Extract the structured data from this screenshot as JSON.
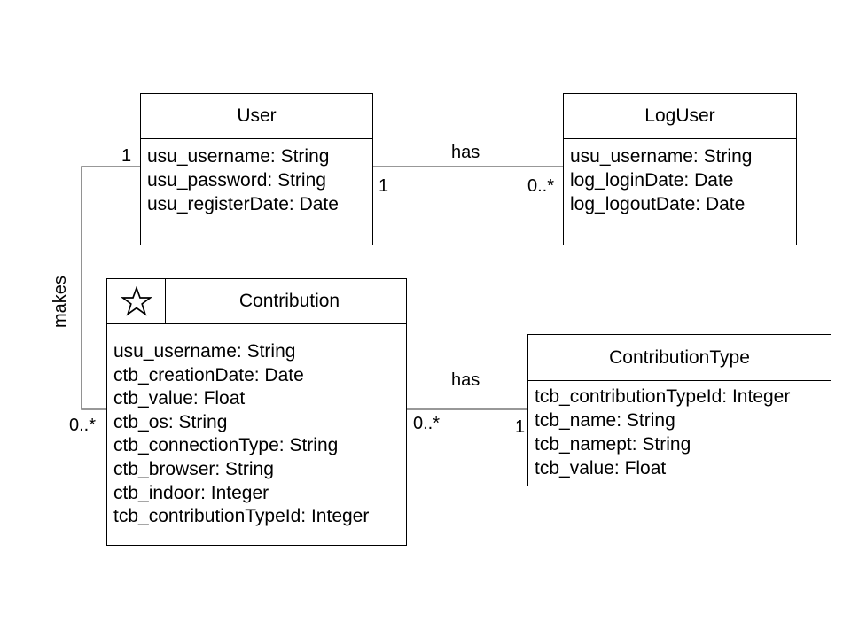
{
  "classes": {
    "user": {
      "name": "User",
      "attributes": [
        "usu_username: String",
        "usu_password: String",
        "usu_registerDate: Date"
      ]
    },
    "loguser": {
      "name": "LogUser",
      "attributes": [
        "usu_username: String",
        "log_loginDate: Date",
        "log_logoutDate: Date"
      ]
    },
    "contribution": {
      "name": "Contribution",
      "stereotype_icon": "star-icon",
      "attributes": [
        "usu_username: String",
        "ctb_creationDate: Date",
        "ctb_value: Float",
        "ctb_os: String",
        "ctb_connectionType: String",
        "ctb_browser: String",
        "ctb_indoor: Integer",
        "tcb_contributionTypeId: Integer"
      ]
    },
    "contributiontype": {
      "name": "ContributionType",
      "attributes": [
        "tcb_contributionTypeId: Integer",
        "tcb_name: String",
        "tcb_namept: String",
        "tcb_value: Float"
      ]
    }
  },
  "associations": {
    "user_loguser": {
      "label": "has",
      "source_multiplicity": "1",
      "target_multiplicity": "0..*"
    },
    "user_contribution": {
      "label": "makes",
      "source_multiplicity": "1",
      "target_multiplicity": "0..*"
    },
    "contribution_contributiontype": {
      "label": "has",
      "source_multiplicity": "0..*",
      "target_multiplicity": "1"
    }
  }
}
